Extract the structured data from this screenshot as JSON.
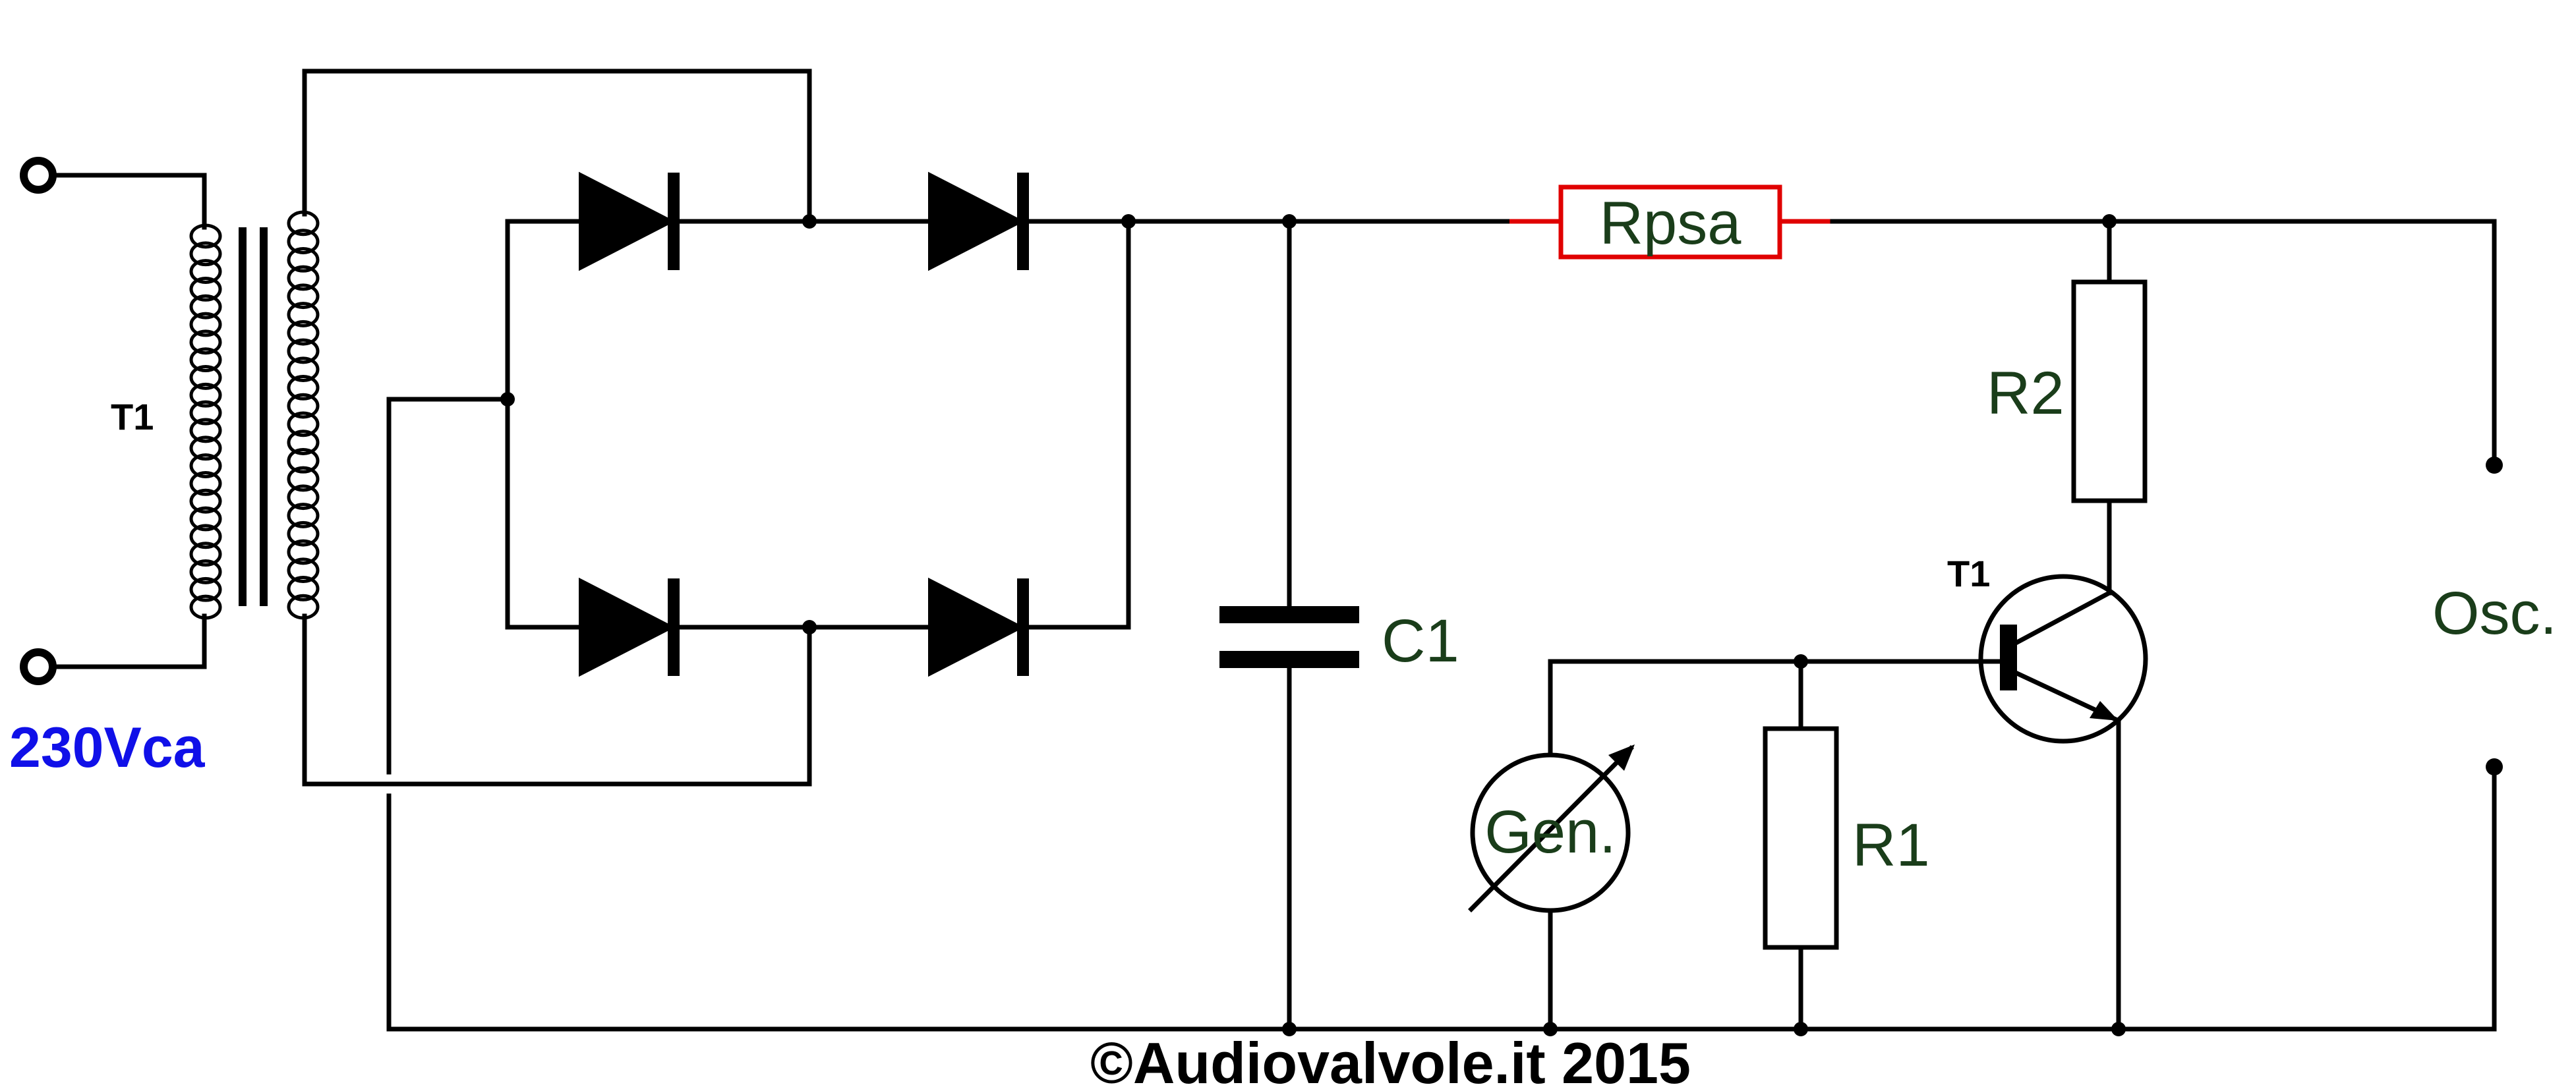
{
  "labels": {
    "transformer": "T1",
    "mains_voltage": "230Vca",
    "sense_resistor": "Rpsa",
    "capacitor": "C1",
    "collector_resistor": "R2",
    "base_resistor": "R1",
    "transistor": "T1",
    "generator": "Gen.",
    "oscilloscope": "Osc.",
    "copyright": "©Audiovalvole.it 2015"
  },
  "colors": {
    "wire": "#000000",
    "sense_resistor": "#e00000",
    "mains_label": "#1010e8",
    "component_labels": "#1a3d1a"
  }
}
